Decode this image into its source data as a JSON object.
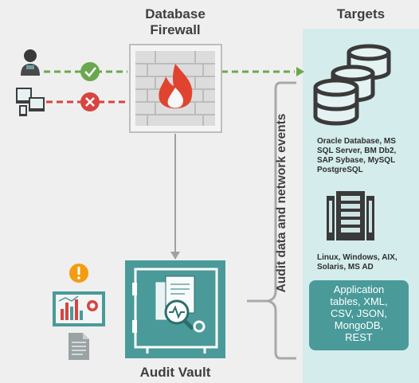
{
  "firewall": {
    "title_line1": "Database",
    "title_line2": "Firewall",
    "icon": "brick-wall-flame-icon"
  },
  "audit_vault": {
    "title": "Audit Vault",
    "icon": "vault-icon"
  },
  "targets": {
    "title": "Targets",
    "databases_label": [
      "Oracle Database, MS",
      "SQL Server, BM Db2,",
      "SAP Sybase, MySQL",
      "PostgreSQL"
    ],
    "os_label": [
      "Linux, Windows, AIX,",
      "Solaris, MS AD"
    ],
    "applications_label": [
      "Application",
      "tables, XML,",
      "CSV, JSON,",
      "MongoDB,",
      "REST"
    ]
  },
  "side_label": "Audit data and network events",
  "colors": {
    "teal": "#4a9a9a",
    "panel": "#d4ecec",
    "allowed": "#6aa84f",
    "blocked": "#d64541",
    "flame": "#e0442f",
    "gray_arrow": "#a0a0a0"
  },
  "icons": [
    "user-icon",
    "dashboard-devices-icon",
    "check-icon",
    "cross-icon",
    "database-icon",
    "server-rack-icon",
    "alert-icon",
    "report-chart-icon",
    "document-icon"
  ]
}
